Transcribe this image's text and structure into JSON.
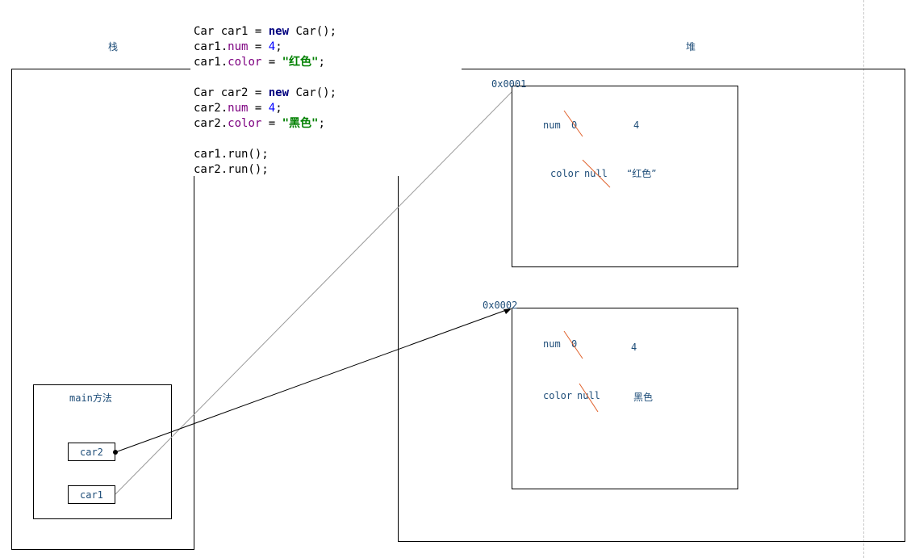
{
  "stack": {
    "title": "栈",
    "frame_label": "main方法",
    "var1": "car2",
    "var2": "car1"
  },
  "heap": {
    "title": "堆",
    "object1": {
      "address": "0x0001",
      "num_label": "num",
      "num_old": "0",
      "num_new": "4",
      "color_label": "color",
      "color_old": "null",
      "color_new": "“红色”"
    },
    "object2": {
      "address": "0x0002",
      "num_label": "num",
      "num_old": "0",
      "num_new": "4",
      "color_label": "color",
      "color_old": "null",
      "color_new": "黑色"
    }
  },
  "code": {
    "l1": {
      "a": "Car car1 = ",
      "kw": "new",
      "b": " Car();"
    },
    "l2": {
      "a": "car1.",
      "field": "num",
      "b": " = ",
      "val": "4",
      "c": ";"
    },
    "l3": {
      "a": "car1.",
      "field": "color",
      "b": " = ",
      "val": "\"红色\"",
      "c": ";"
    },
    "l4": {
      "a": "Car car2 = ",
      "kw": "new",
      "b": " Car();"
    },
    "l5": {
      "a": "car2.",
      "field": "num",
      "b": " = ",
      "val": "4",
      "c": ";"
    },
    "l6": {
      "a": "car2.",
      "field": "color",
      "b": " = ",
      "val": "\"黑色\"",
      "c": ";"
    },
    "l7": "car1.run();",
    "l8": "car2.run();"
  },
  "colors": {
    "strike": "#e0602a",
    "label": "#1f4e79",
    "keyword": "#00007f",
    "field": "#7d0080",
    "number": "#0000ff",
    "string": "#008000"
  }
}
